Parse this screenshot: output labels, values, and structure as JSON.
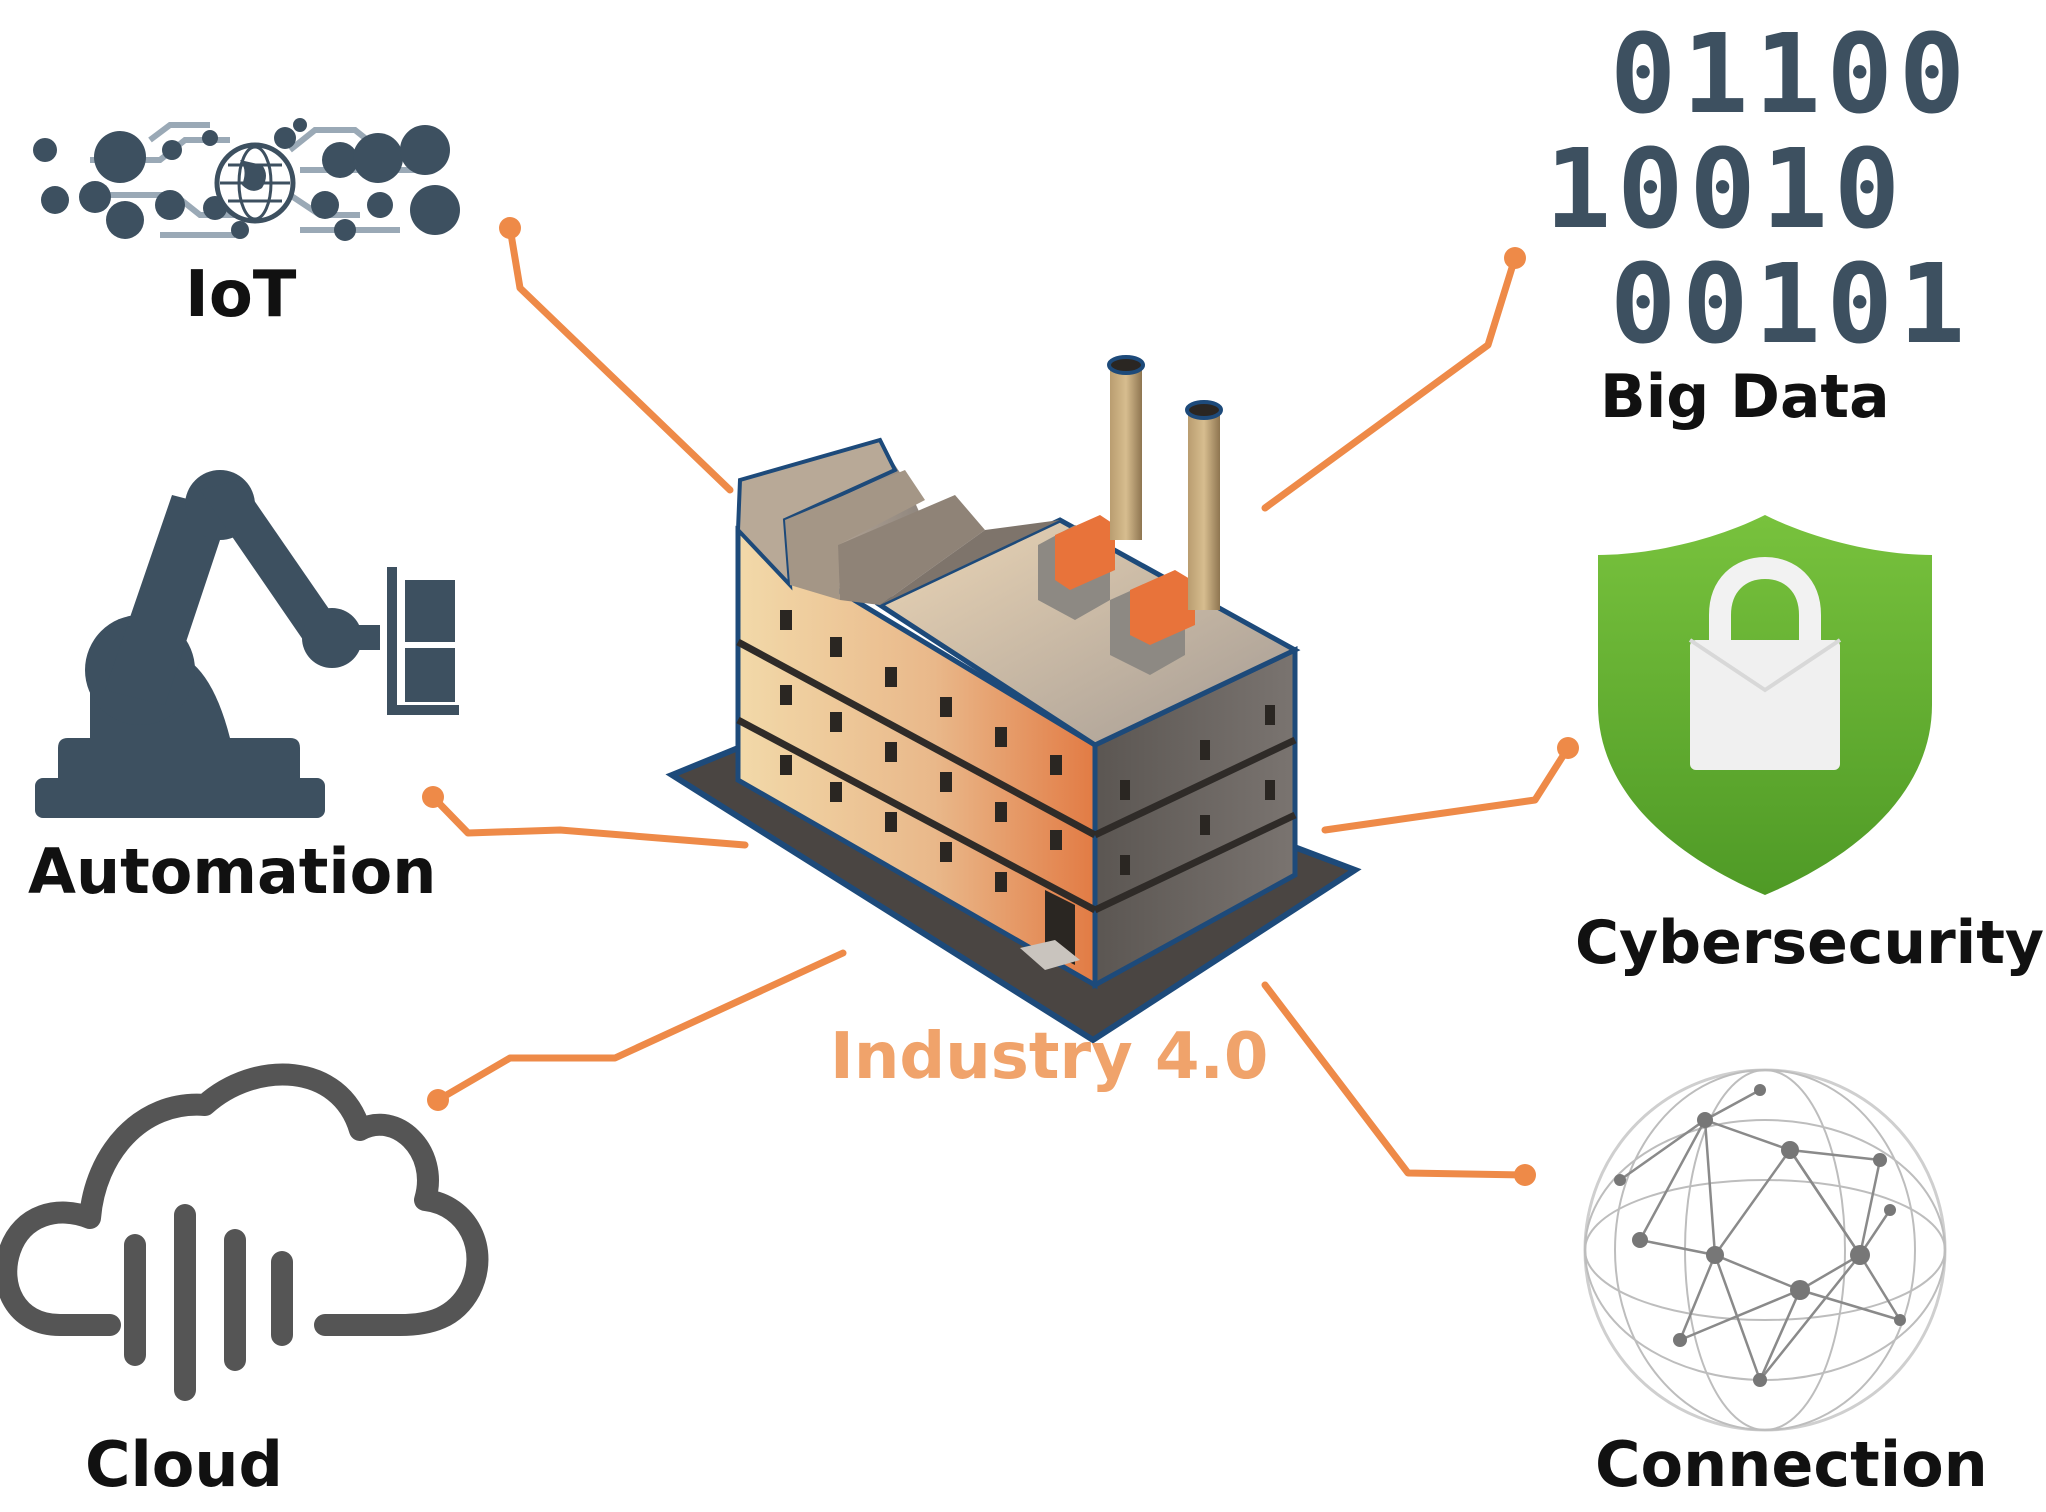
{
  "center": {
    "title": "Industry 4.0"
  },
  "nodes": {
    "iot": {
      "label": "IoT"
    },
    "automation": {
      "label": "Automation"
    },
    "cloud": {
      "label": "Cloud"
    },
    "bigdata": {
      "label": "Big Data",
      "binary": [
        "01100",
        "10010",
        "00101"
      ]
    },
    "cybersecurity": {
      "label": "Cybersecurity"
    },
    "connection": {
      "label": "Connection"
    }
  },
  "colors": {
    "connector": "#ee8a48",
    "icon_dark": "#3d5060",
    "shield_green": "#5cab2e",
    "factory_orange": "#e8733a",
    "title_orange": "#f0a36b",
    "cloud_grey": "#555555"
  },
  "icons": [
    "iot-circuit-globe-icon",
    "robot-arm-icon",
    "cloud-icon",
    "shield-lock-icon",
    "globe-network-icon",
    "factory-icon"
  ]
}
